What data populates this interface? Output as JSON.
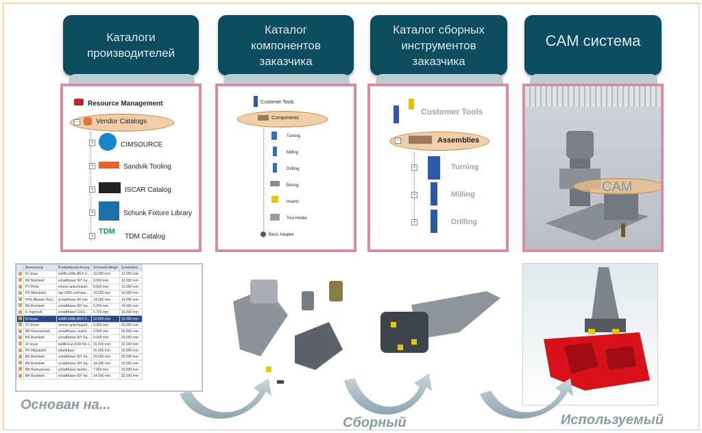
{
  "headers": [
    "Каталоги\nпроизводителей",
    "Каталог\nкомпонентов\nзаказчика",
    "Каталог сборных\nинструментов\nзаказчика",
    "CAM система"
  ],
  "vendor_tree": {
    "root": "Resource Management",
    "selected": "Vendor Catalogs",
    "items": [
      "CIMSOURCE",
      "Sandvik Tooling",
      "ISCAR Catalog",
      "Schunk Fixture Library",
      "TDM Catalog"
    ]
  },
  "components_tree": {
    "root": "Customer Tools",
    "selected": "Components",
    "items": [
      "Turning",
      "Milling",
      "Drilling",
      "Boring",
      "Inserts",
      "Tool Holder",
      "Basic Adapter"
    ]
  },
  "assemblies_tree": {
    "root": "Customer Tools",
    "selected": "Assemblies",
    "items": [
      "Turning",
      "Milling",
      "Drilling"
    ]
  },
  "cam": {
    "label": "CAM"
  },
  "table": {
    "headers": [
      "Benennung",
      "Produktbezeichnung",
      "Schneidenlänge",
      "Schneiden..."
    ],
    "rows": [
      [
        "ID Issue",
        "twMill eMile-Ø14 3-...",
        "10.000 mm",
        "14.000 mm"
      ],
      [
        "BK Boehlerit",
        "schaftfräser 90°-ha...",
        "9.000 mm",
        "10.000 mm"
      ],
      [
        "PT-Perte",
        "einmin aufschraubf...",
        "8.000 mm",
        "10.000 mm"
      ],
      [
        "PK Mitsubishi",
        "apr-2000 schfräse...",
        "10.000 mm",
        "10.000 mm"
      ],
      [
        "PHS Nikaido Tool...",
        "schaftfräser 90 mm",
        "14.000 mm",
        "14.000 mm"
      ],
      [
        "BK Boehlerit",
        "schaftfräser 90°-ha...",
        "9.000 mm",
        "14.000 mm"
      ],
      [
        "IL Ingersoll",
        "schaftfräser 1310...",
        "5.700 mm",
        "16.000 mm"
      ],
      [
        "ID Issue",
        "twMill eMile-Ø14 3-...",
        "10.000 mm",
        "16.000 mm"
      ],
      [
        "PT-Perte",
        "einmin aufschraubf...",
        "9.000 mm",
        "20.000 mm"
      ],
      [
        "BR Kennametal...",
        "schaftfräser, walzh...",
        "9.000 mm",
        "20.000 mm"
      ],
      [
        "BK Boehlerit",
        "schaftfräser 90°-ha...",
        "9.000 mm",
        "20.000 mm"
      ],
      [
        "ID Issue",
        "twMill-Fal-2030 50-1...",
        "15.500 mm",
        "22.000 mm"
      ],
      [
        "PK Mitsubishi",
        "plainfräser",
        "25.000 mm",
        "25.000 mm"
      ],
      [
        "BK Boehlerit",
        "schaftfräser 90°-ha...",
        "25.000 mm",
        "25.000 mm"
      ],
      [
        "BK Boehlerit",
        "schaftfräser 90°-ha...",
        "14.000 mm",
        "25.000 mm"
      ],
      [
        "BR Kennametal...",
        "schaftfräser landm...",
        "7.000 mm",
        "25.000 mm"
      ],
      [
        "BK Boehlerit",
        "schaftfräser 90°-ha...",
        "14.500 mm",
        "32.000 mm"
      ]
    ],
    "selected_row": 7
  },
  "captions": [
    "Основан на...",
    "Сборный",
    "Используемый"
  ]
}
